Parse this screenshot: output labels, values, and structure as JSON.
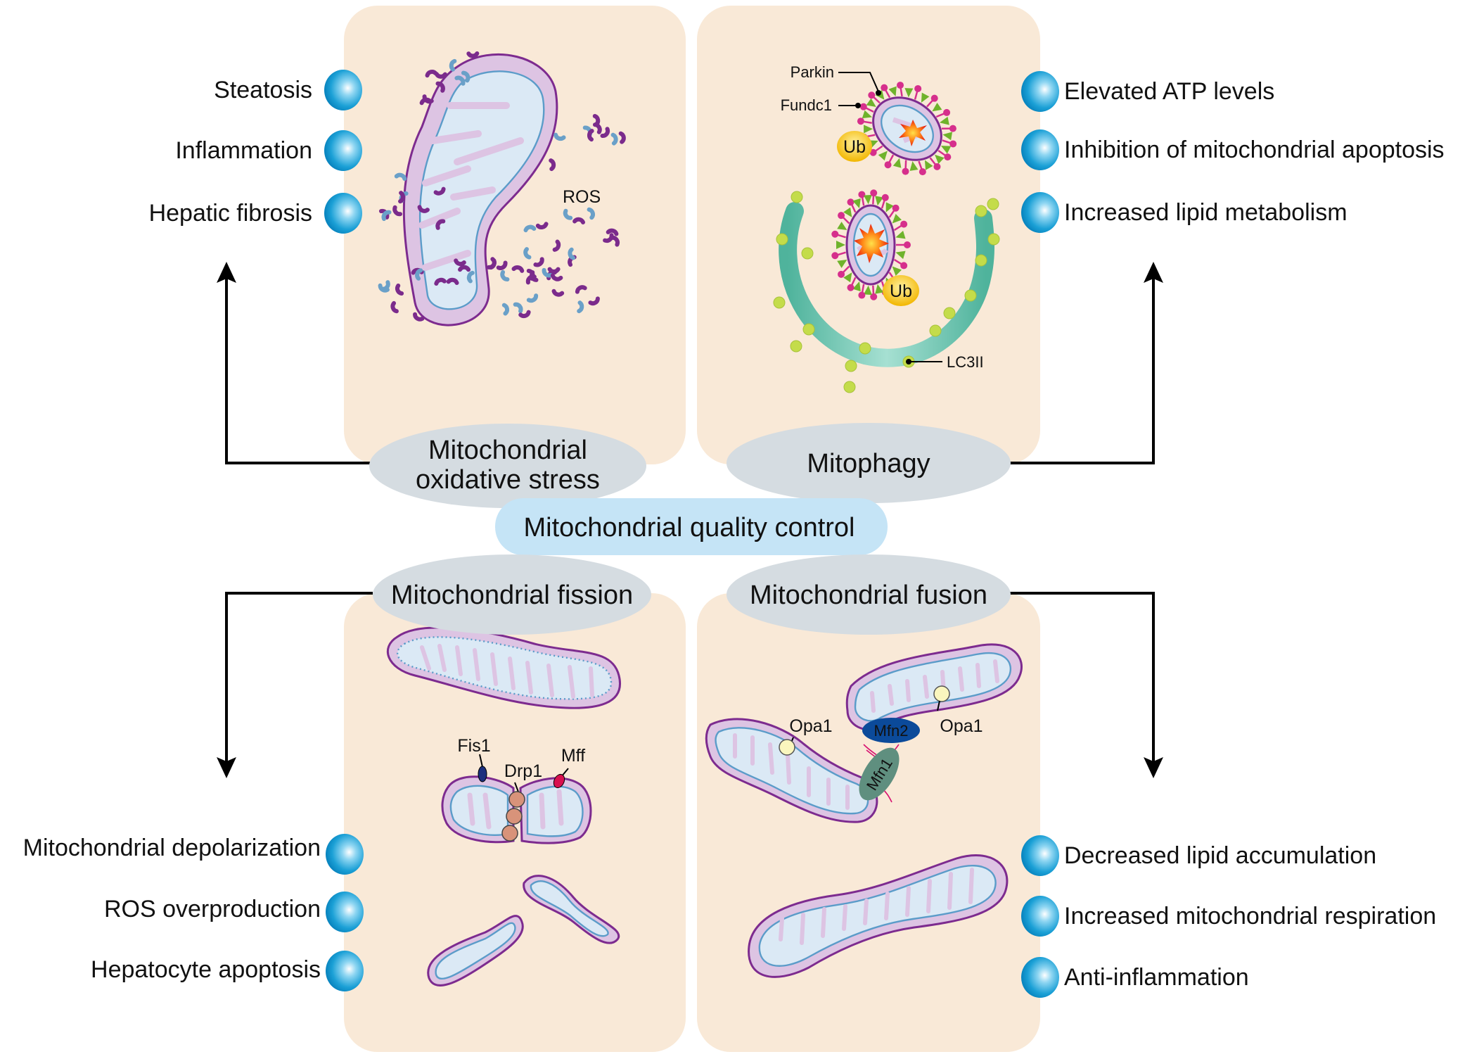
{
  "center": {
    "label": "Mitochondrial quality control"
  },
  "processes": {
    "oxidative_stress": {
      "line1": "Mitochondrial",
      "line2": "oxidative stress"
    },
    "mitophagy": {
      "label": "Mitophagy"
    },
    "fission": {
      "label": "Mitochondrial fission"
    },
    "fusion": {
      "label": "Mitochondrial fusion"
    }
  },
  "outcomes": {
    "oxidative_stress": [
      "Steatosis",
      "Inflammation",
      "Hepatic fibrosis"
    ],
    "mitophagy": [
      "Elevated ATP levels",
      "Inhibition of mitochondrial apoptosis",
      "Increased lipid metabolism"
    ],
    "fission": [
      "Mitochondrial depolarization",
      "ROS overproduction",
      "Hepatocyte apoptosis"
    ],
    "fusion": [
      "Decreased lipid accumulation",
      "Increased mitochondrial respiration",
      "Anti-inflammation"
    ]
  },
  "annotations": {
    "ros": "ROS",
    "parkin": "Parkin",
    "fundc1": "Fundc1",
    "ub": "Ub",
    "lc3ii": "LC3II",
    "fis1": "Fis1",
    "drp1": "Drp1",
    "mff": "Mff",
    "opa1": "Opa1",
    "mfn1": "Mfn1",
    "mfn2": "Mfn2"
  },
  "colors": {
    "panel": "#f9e9d7",
    "process_ellipse": "#d5dce1",
    "hub": "#c5e4f6",
    "bullet": "#1ba0d6",
    "membrane": "#ddc4e3",
    "matrix": "#dbe9f5",
    "autophagosome": "#6cc3b0",
    "lc3": "#c4dc4a",
    "ub": "#f5c518",
    "parkin": "#d62f8c",
    "fundc1": "#6fb32c",
    "fis1": "#1b2f7e",
    "drp1": "#d8937a",
    "mff": "#d8104f",
    "mfn2": "#0b4a9a",
    "mfn1": "#5f8f7f",
    "opa1": "#faf6be"
  }
}
